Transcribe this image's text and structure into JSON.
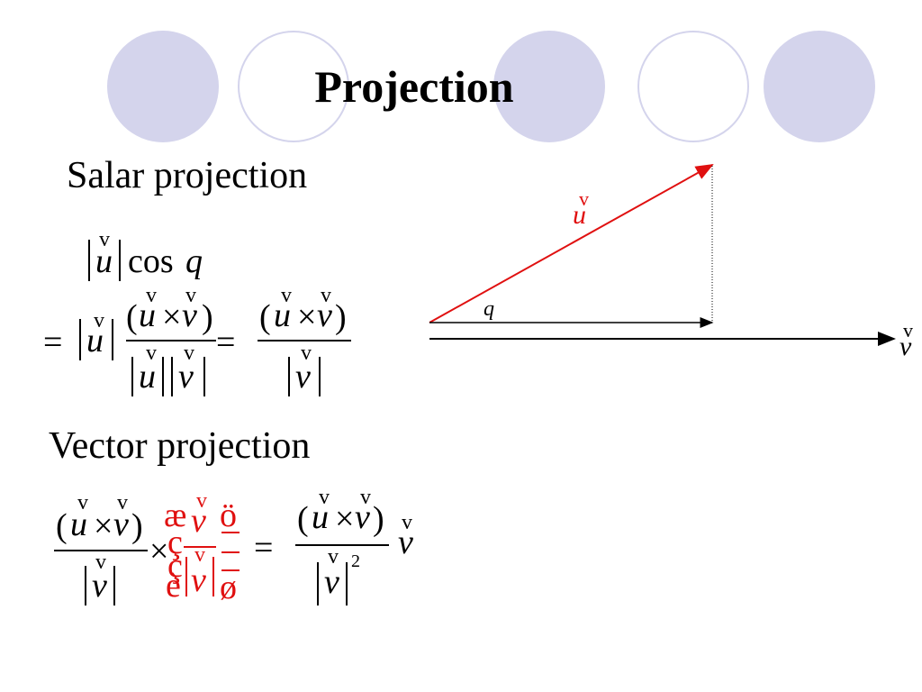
{
  "slide": {
    "title": "Projection",
    "scalar_heading": "Salar  projection",
    "vector_heading": "Vector  projection",
    "background_circle_color": "#d4d4ec",
    "accent_red": "#e01010"
  },
  "math": {
    "accent": "v",
    "u": "u",
    "v": "v",
    "cos": "cos",
    "theta": "q",
    "eq": "=",
    "dot": "×",
    "lparen": "(",
    "rparen": ")",
    "exp2": "2",
    "ae": "æ",
    "oe": "ö",
    "c": "ç",
    "e": "è",
    "o": "ø"
  },
  "diagram": {
    "u_label": "u",
    "theta_label": "q",
    "v_label": "v",
    "accent": "v"
  }
}
